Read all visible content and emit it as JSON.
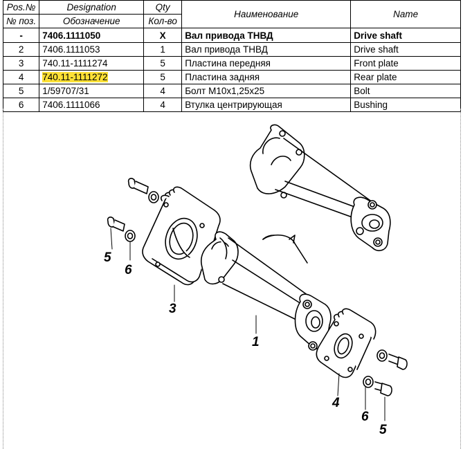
{
  "table": {
    "headers": {
      "pos_en": "Pos.№",
      "pos_ru": "№ поз.",
      "designation_en": "Designation",
      "designation_ru": "Обозначение",
      "qty_en": "Qty",
      "qty_ru": "Кол-во",
      "name_ru": "Наименование",
      "name_en": "Name"
    },
    "rows": [
      {
        "pos": "-",
        "designation": "7406.1111050",
        "qty": "X",
        "name_ru": "Вал привода ТНВД",
        "name_en": "Drive shaft"
      },
      {
        "pos": "2",
        "designation": "7406.1111053",
        "qty": "1",
        "name_ru": "Вал привода ТНВД",
        "name_en": "Drive shaft"
      },
      {
        "pos": "3",
        "designation": "740.11-1111274",
        "qty": "5",
        "name_ru": "Пластина передняя",
        "name_en": "Front plate"
      },
      {
        "pos": "4",
        "designation": "740.11-1111272",
        "qty": "5",
        "name_ru": "Пластина задняя",
        "name_en": "Rear plate"
      },
      {
        "pos": "5",
        "designation": "1/59707/31",
        "qty": "4",
        "name_ru": "Болт М10х1,25х25",
        "name_en": "Bolt"
      },
      {
        "pos": "6",
        "designation": "7406.1111066",
        "qty": "4",
        "name_ru": "Втулка центрирующая",
        "name_en": "Bushing"
      }
    ],
    "highlight_color": "#fde035"
  },
  "diagram": {
    "callouts": {
      "c1": "1",
      "c3": "3",
      "c4": "4",
      "c5_left": "5",
      "c6_left": "6",
      "c5_right": "5",
      "c6_right": "6"
    }
  }
}
